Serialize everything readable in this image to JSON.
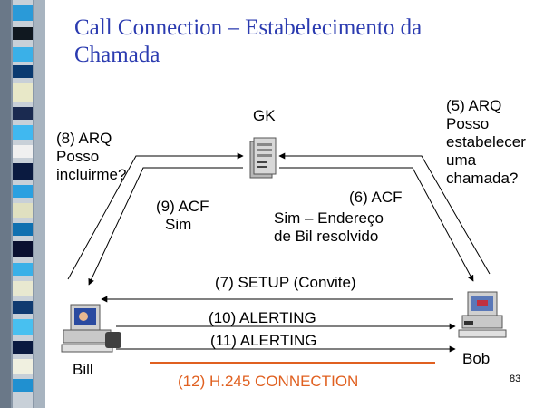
{
  "title": {
    "line1": "Call Connection  – Estabelecimento da",
    "line2": "Chamada"
  },
  "nodes": {
    "gk": {
      "label": "GK",
      "icon": "server-icon"
    },
    "bill": {
      "label": "Bill",
      "icon": "computer-icon"
    },
    "bob": {
      "label": "Bob",
      "icon": "computer-icon"
    }
  },
  "messages": {
    "m5": {
      "line1": "(5) ARQ",
      "line2": "Posso",
      "line3": "estabelecer",
      "line4": "uma",
      "line5": "chamada?"
    },
    "m6": {
      "line1": "(6) ACF",
      "line2": "Sim – Endereço",
      "line3": "de Bil resolvido"
    },
    "m7": {
      "line1": "(7) SETUP (Convite)"
    },
    "m8": {
      "line1": "(8) ARQ",
      "line2": "Posso",
      "line3": "incluirme?"
    },
    "m9": {
      "line1": "(9) ACF",
      "line2": "Sim"
    },
    "m10": {
      "line1": "(10) ALERTING"
    },
    "m11": {
      "line1": "(11) ALERTING"
    },
    "m12": {
      "line1": "(12) H.245 CONNECTION"
    }
  },
  "colors": {
    "title": "#2b3bb0",
    "h245_line": "#e06020",
    "arrows": "#000000"
  },
  "slide_number": "83"
}
